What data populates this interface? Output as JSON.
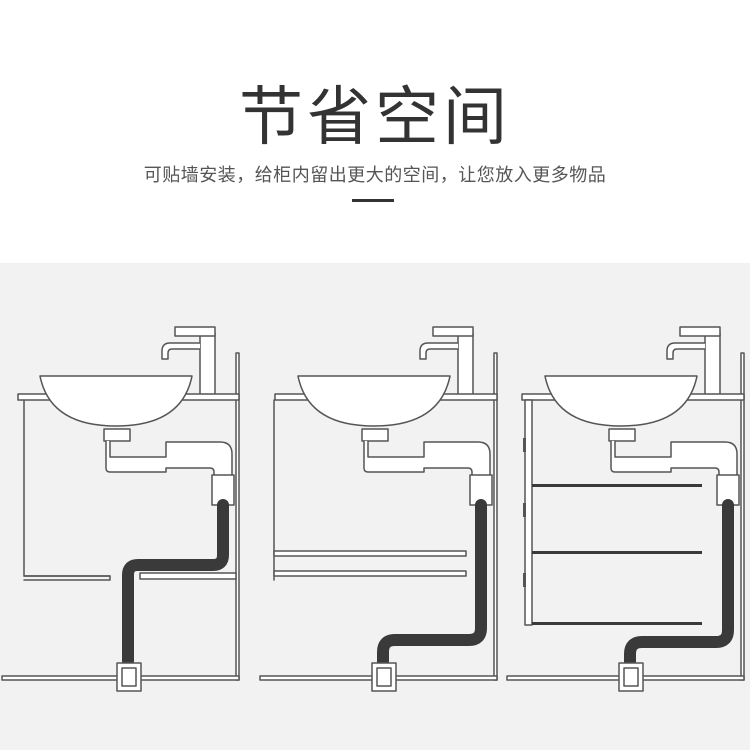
{
  "header": {
    "title": "节省空间",
    "subtitle": "可贴墙安装，给柜内留出更大的空间，让您放入更多物品"
  },
  "colors": {
    "header_bg": "#ffffff",
    "illustration_bg": "#f2f2f2",
    "line": "#555555",
    "hose": "#3a3a3a",
    "title": "#333333"
  },
  "illustration": {
    "panels": [
      {
        "name": "cabinet-single-shelf",
        "shelves": 1
      },
      {
        "name": "cabinet-double-shelf",
        "shelves": 2
      },
      {
        "name": "cabinet-drawers",
        "shelves": 3
      }
    ]
  }
}
